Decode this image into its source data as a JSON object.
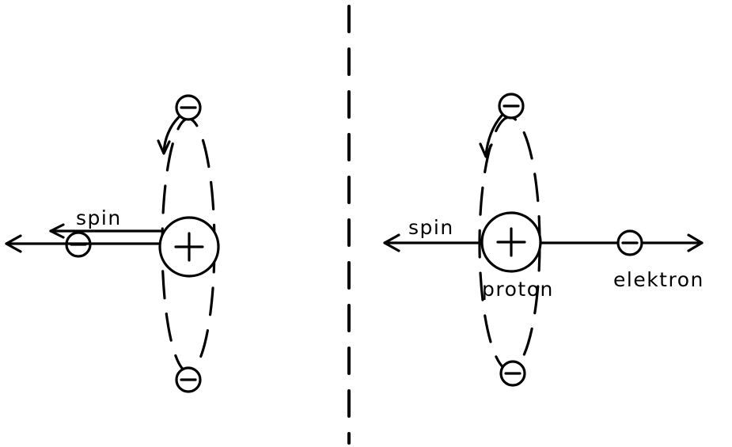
{
  "labels": {
    "spin_left": "spin",
    "spin_right": "spin",
    "proton": "proton",
    "elektron": "elektron"
  },
  "symbols": {
    "proton_sign": "+",
    "electron_sign": "−"
  }
}
